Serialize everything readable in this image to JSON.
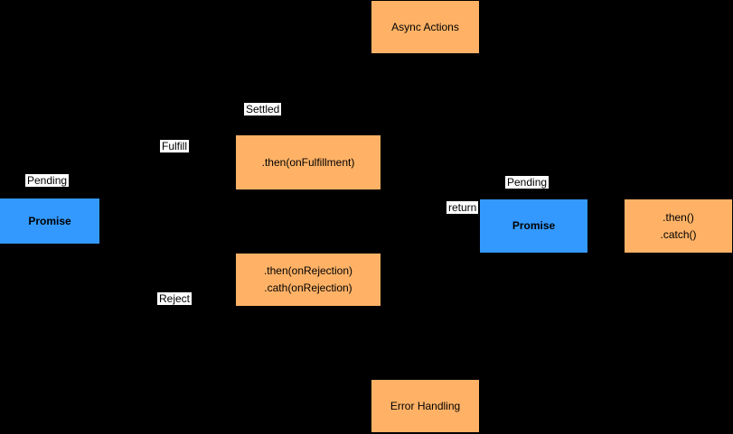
{
  "colors": {
    "background": "#000000",
    "node_orange": "#FFB266",
    "node_blue": "#3399FF",
    "label_background": "#FFFFFF",
    "node_text": "#000000"
  },
  "nodes": {
    "async_actions": {
      "label": "Async Actions"
    },
    "promise_left": {
      "label": "Promise"
    },
    "then_fulfillment": {
      "label": ".then(onFulfillment)"
    },
    "then_rejection": {
      "lines": [
        ".then(onRejection)",
        ".cath(onRejection)"
      ]
    },
    "promise_right": {
      "label": "Promise"
    },
    "then_catch": {
      "lines": [
        ".then()",
        ".catch()"
      ]
    },
    "error_handling": {
      "label": "Error Handling"
    }
  },
  "edge_labels": {
    "settled": "Settled",
    "fulfill": "Fulfill",
    "pending_left": "Pending",
    "pending_right": "Pending",
    "return_label": "return",
    "reject": "Reject"
  }
}
